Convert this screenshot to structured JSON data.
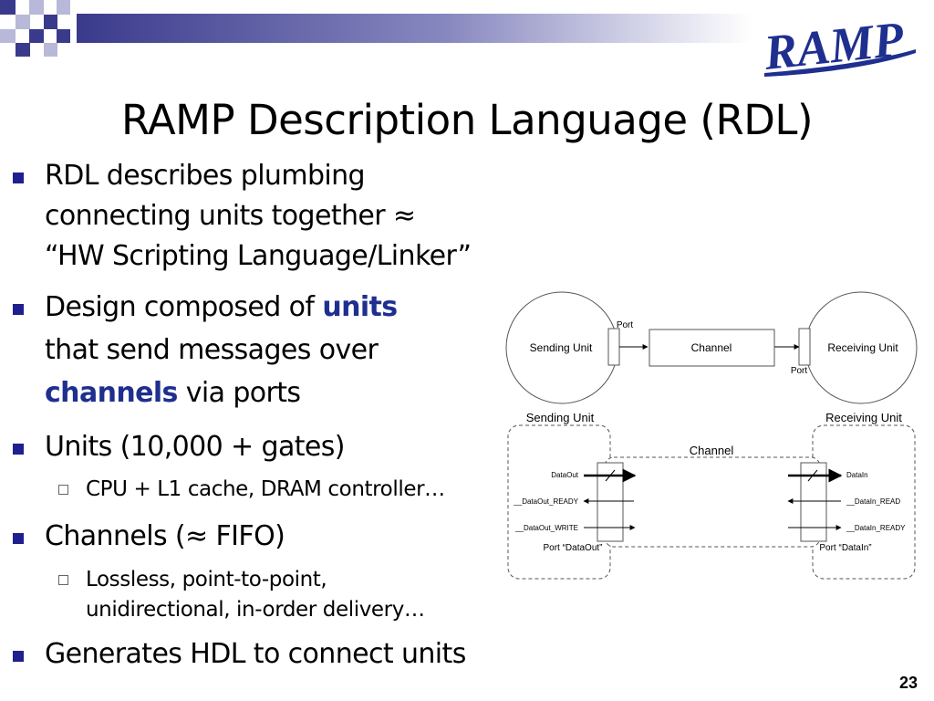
{
  "logo": {
    "text": "RAMP"
  },
  "title": "RAMP Description Language (RDL)",
  "bullets": [
    {
      "lines": [
        "RDL describes plumbing",
        "connecting units together ≈",
        "“HW Scripting Language/Linker”"
      ]
    },
    {
      "part1": "Design composed of ",
      "units": "units",
      "part2": "that send messages over",
      "channels": "channels",
      "part3": " via ports"
    },
    {
      "text": "Units (10,000 + gates)"
    },
    {
      "sub": "CPU + L1 cache, DRAM controller…"
    },
    {
      "text": "Channels (≈ FIFO)"
    },
    {
      "sub_lines": [
        "Lossless, point-to-point,",
        "unidirectional, in-order delivery…"
      ]
    },
    {
      "text": "Generates HDL to connect units"
    }
  ],
  "diagram": {
    "top": {
      "sending_unit": "Sending Unit",
      "channel": "Channel",
      "receiving_unit": "Receiving Unit",
      "port_top": "Port",
      "port_bottom": "Port"
    },
    "bottom": {
      "sending_unit": "Sending Unit",
      "receiving_unit": "Receiving Unit",
      "channel": "Channel",
      "left_signals": [
        "DataOut",
        "__DataOut_READY",
        "__DataOut_WRITE"
      ],
      "right_signals": [
        "DataIn",
        "__DataIn_READ",
        "__DataIn_READY"
      ],
      "left_port": "Port “DataOut”",
      "right_port": "Port “DataIn”"
    }
  },
  "page_number": "23",
  "colors": {
    "accent": "#1f2f8f",
    "deco": "#3a3a8c"
  }
}
